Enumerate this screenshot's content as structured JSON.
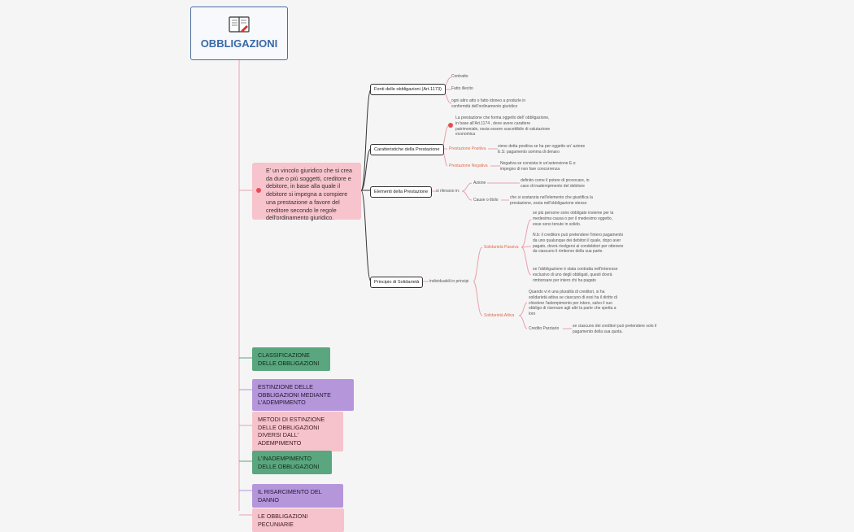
{
  "root": {
    "title": "OBBLIGAZIONI",
    "icon": "book-icon"
  },
  "definition": "E' un vincolo giuridico che si crea da due o più soggetti, creditore e debitore, in base alla quale il debitore si impegna a compiere una prestazione a favore del creditore secondo le regole dell'ordinamento giuridico.",
  "fonti": {
    "label": "Fonti delle obbligazioni (Art.1173)",
    "items": [
      "Contratto",
      "Fatto illecito",
      "ogni altro atto o fatto idoneo a produrle in conformità dell'ordinamento giuridico"
    ]
  },
  "caratteristiche": {
    "label": "Caratteristiche della Prestazione",
    "note": "La prestazione che forma oggetto dell' obbligazione, in base all'Art.1174 , deve avere carattere patrimoniale, ossia essere suscettibile di valutazione economica",
    "positiva": {
      "label": "Prestazione Positiva",
      "text": "viene detta positiva se ha per oggetto un' azione  E.S: pagamento somma di denaro"
    },
    "negativa": {
      "label": "Prestazione Negativa",
      "text": "Negativa se consista in un'astensione E.s: impegno di non fare concorrenza"
    }
  },
  "elementi": {
    "label": "Elementi della Prestazione",
    "connector": "si rilevano in:",
    "azione": {
      "label": "Azione",
      "text": "definito come il potere di provocare, in caso di inadempimento del debitore"
    },
    "causa": {
      "label": "Cause o titolo",
      "text": "che si sostanzia nell'elemento che giustifica la prestazione, ossia nell'obbligazione stesso"
    }
  },
  "solidarieta": {
    "label": "Principio di Solidarietà",
    "connector": "individuabili in principi",
    "passiva": {
      "label": "Solidarietà Passiva",
      "text1": "se più persone sono obbligate insieme per la medesima causa o per il medesimo oggetto, esse sono tenute in solido.",
      "text2": "N.b: il creditore può pretendere l'intero pagamento da uno qualunque dei debitori il quale, dopo aver pagato, dovrà rivolgersi ai condebitori per ottenere da ciascuno il rimborso della sua parte.",
      "text3": "se l'obbligazione è stata contratta nell'interesse esclusivo di uno degli obbligati, questi dovrà rimborsare per intero chi ha pagato"
    },
    "attiva": {
      "label": "Solidarietà Attiva",
      "text": "Quando vi è una pluralità di creditori, si ha solidarietà attiva se ciascuno di essi ha il diritto di chiedere l'adempimento per intero, salvo il suo obbligo di riservare agli altri la parte che spetta a loro",
      "parziario": {
        "label": "Credito Parziario",
        "text": "se ciascuno dei creditori può pretendere solo il pagamento della sua quota."
      }
    }
  },
  "topics": [
    {
      "label": "CLASSIFICAZIONE DELLE OBBLIGAZIONI",
      "color": "#5aa77f"
    },
    {
      "label": "ESTINZIONE DELLE OBBLIGAZIONI MEDIANTE L'ADEMPIMENTO",
      "color": "#b596db"
    },
    {
      "label": "METODI DI ESTINZIONE DELLE OBBLIGAZIONI DIVERSI DALL' ADEMPIMENTO",
      "color": "#f6c3cc"
    },
    {
      "label": "L'INADEMPIMENTO DELLE OBBLIGAZIONI",
      "color": "#5aa77f"
    },
    {
      "label": "IL RISARCIMENTO DEL DANNO",
      "color": "#b596db"
    },
    {
      "label": "LE OBBLIGAZIONI PECUNIARIE",
      "color": "#f6c3cc"
    }
  ]
}
